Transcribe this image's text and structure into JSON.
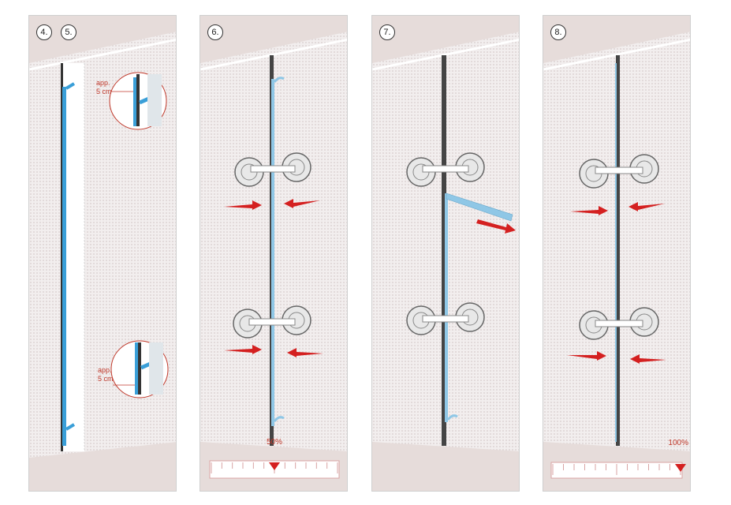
{
  "steps": [
    {
      "badges": [
        "4.",
        "5."
      ],
      "callouts": [
        {
          "line1": "app.",
          "line2": "5 cm"
        },
        {
          "line1": "app.",
          "line2": "5 cm"
        }
      ]
    },
    {
      "badges": [
        "6."
      ],
      "progress_label": "50%",
      "progress": 0.5
    },
    {
      "badges": [
        "7."
      ]
    },
    {
      "badges": [
        "8."
      ],
      "progress_label": "100%",
      "progress": 1.0
    }
  ],
  "colors": {
    "seal_strip": "#3a9fd8",
    "frame": "#333333",
    "arrow_red": "#d42020",
    "callout_red": "#c0392b",
    "panel_bg": "#f2eeee",
    "suction_cup": "#e8e8e8"
  },
  "icons": [
    "suction-cup-icon",
    "push-arrow-icon",
    "magnifier-circle-icon",
    "progress-marker-icon"
  ]
}
